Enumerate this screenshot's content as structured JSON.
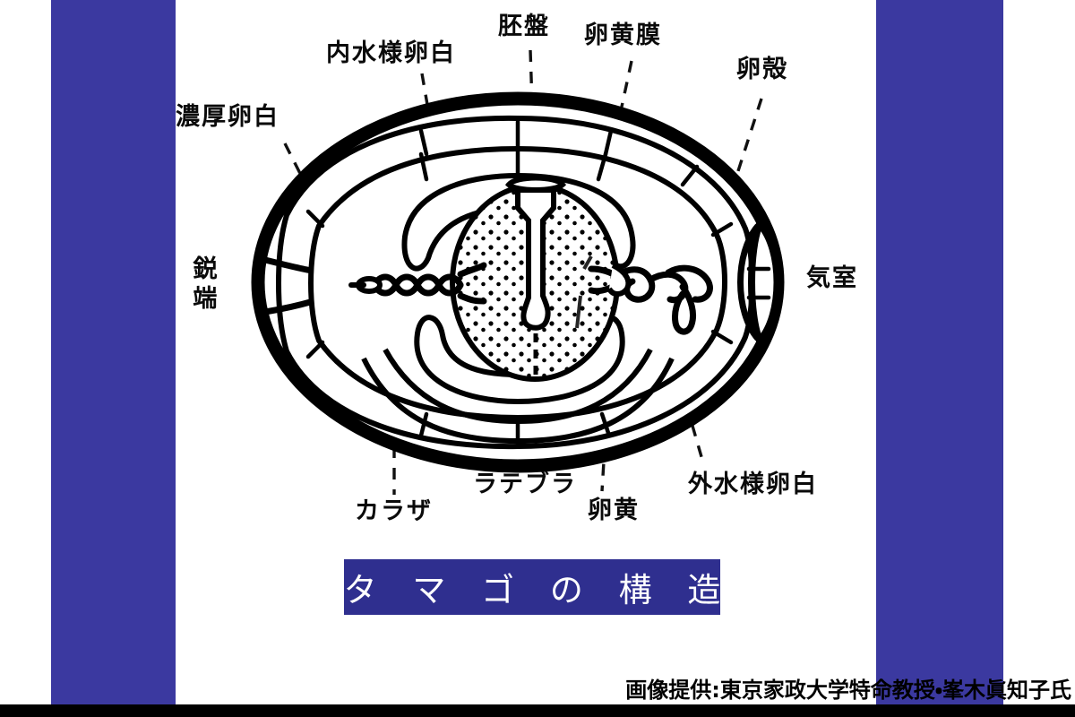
{
  "slide": {
    "title": "タ マ ゴ の 構 造",
    "credit": "画像提供:東京家政大学特命教授・峯木眞知子氏",
    "background_color": "#ffffff",
    "accent_color": "#3b39a0",
    "banner_color": "#2f2f8f",
    "ink_color": "#000000"
  },
  "decor": {
    "left_bar_label": "left-blue-band",
    "right_bar_label": "right-blue-band",
    "bottom_strip_label": "bottom-black-strip"
  },
  "labels": {
    "noukou_ranpaku": "濃厚卵白",
    "nai_suiyou_ranpaku": "内水様卵白",
    "haiban": "胚盤",
    "ranou_maku": "卵黄膜",
    "rankaku": "卵殻",
    "eitan": "鋭端",
    "kishitsu": "気室",
    "karaza": "カラザ",
    "latebra": "ラテブラ",
    "ranou": "卵黄",
    "gai_suiyou_ranpaku": "外水様卵白"
  },
  "diagram": {
    "type": "labelled-anatomical-cross-section",
    "subject": "chicken egg",
    "parts": [
      {
        "key": "rankaku",
        "name": "卵殻",
        "english": "egg shell",
        "position": "outer thick boundary"
      },
      {
        "key": "kishitsu",
        "name": "気室",
        "english": "air cell",
        "position": "blunt end, right"
      },
      {
        "key": "eitan",
        "name": "鋭端",
        "english": "pointed end",
        "position": "left"
      },
      {
        "key": "gai_suiyou_ranpaku",
        "name": "外水様卵白",
        "english": "outer thin albumen",
        "position": "outermost albumen layer"
      },
      {
        "key": "noukou_ranpaku",
        "name": "濃厚卵白",
        "english": "thick albumen",
        "position": "middle albumen layer"
      },
      {
        "key": "nai_suiyou_ranpaku",
        "name": "内水様卵白",
        "english": "inner thin albumen",
        "position": "inner albumen layer"
      },
      {
        "key": "ranou_maku",
        "name": "卵黄膜",
        "english": "vitelline membrane",
        "position": "yolk boundary"
      },
      {
        "key": "ranou",
        "name": "卵黄",
        "english": "yolk",
        "position": "stippled central sphere"
      },
      {
        "key": "haiban",
        "name": "胚盤",
        "english": "germinal disc / blastodisc",
        "position": "top of yolk"
      },
      {
        "key": "latebra",
        "name": "ラテブラ",
        "english": "latebra",
        "position": "central flask shape inside yolk"
      },
      {
        "key": "karaza",
        "name": "カラザ",
        "english": "chalaza",
        "position": "twisted cords both sides of yolk"
      }
    ]
  }
}
